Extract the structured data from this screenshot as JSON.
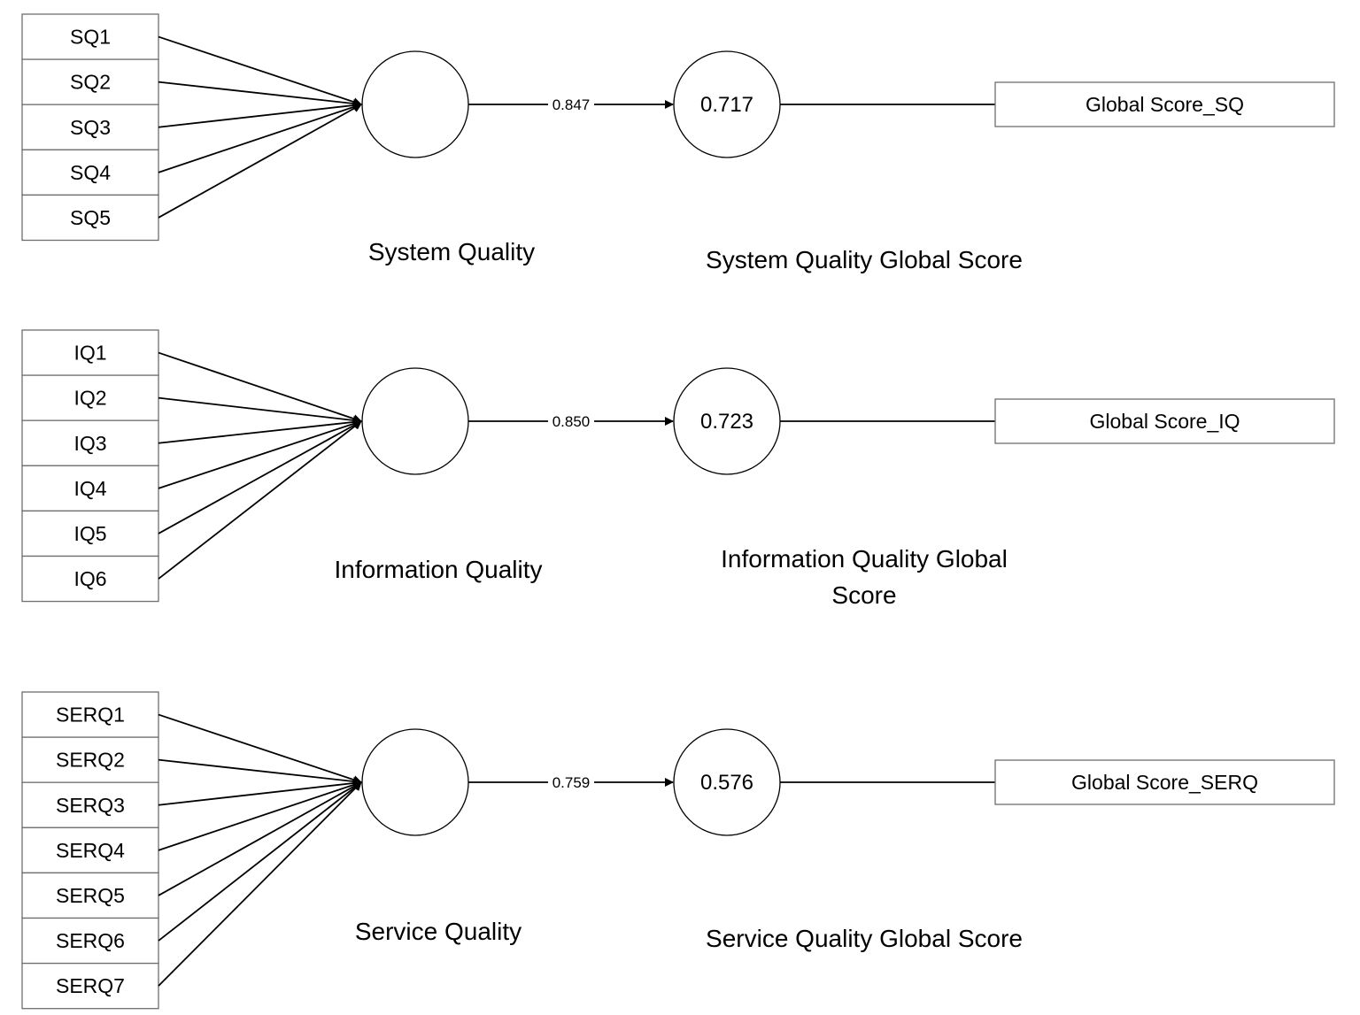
{
  "models": [
    {
      "indicators": [
        "SQ1",
        "SQ2",
        "SQ3",
        "SQ4",
        "SQ5"
      ],
      "path_coefficient": "0.847",
      "r_squared": "0.717",
      "global_indicator": "Global Score_SQ",
      "construct_label": [
        "System Quality"
      ],
      "global_construct_label": [
        "System Quality Global Score"
      ]
    },
    {
      "indicators": [
        "IQ1",
        "IQ2",
        "IQ3",
        "IQ4",
        "IQ5",
        "IQ6"
      ],
      "path_coefficient": "0.850",
      "r_squared": "0.723",
      "global_indicator": "Global Score_IQ",
      "construct_label": [
        "Information Quality"
      ],
      "global_construct_label": [
        "Information Quality Global",
        "Score"
      ]
    },
    {
      "indicators": [
        "SERQ1",
        "SERQ2",
        "SERQ3",
        "SERQ4",
        "SERQ5",
        "SERQ6",
        "SERQ7"
      ],
      "path_coefficient": "0.759",
      "r_squared": "0.576",
      "global_indicator": "Global Score_SERQ",
      "construct_label": [
        "Service Quality"
      ],
      "global_construct_label": [
        "Service Quality Global Score"
      ]
    }
  ]
}
